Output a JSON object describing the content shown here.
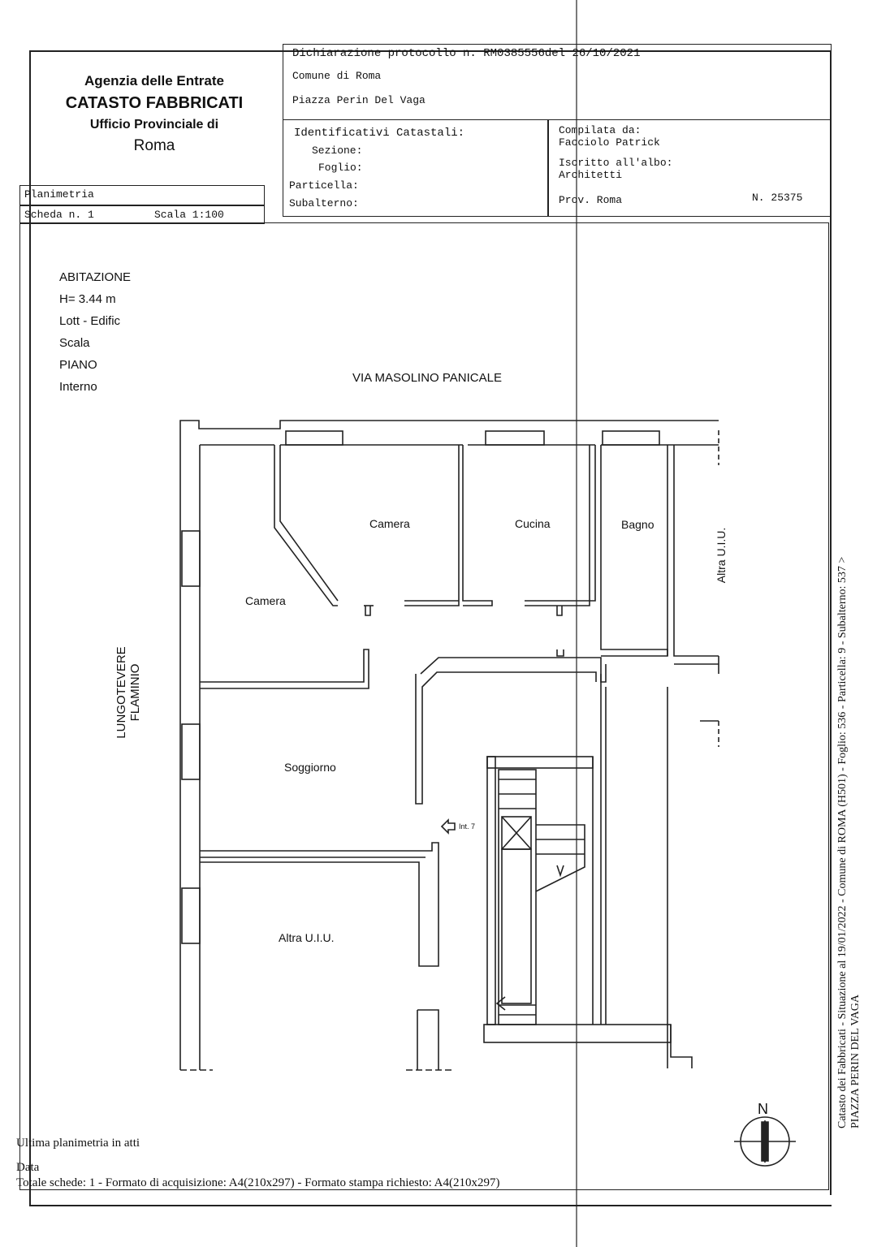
{
  "header": {
    "agency_line1": "Agenzia delle Entrate",
    "agency_line2": "CATASTO FABBRICATI",
    "agency_line3": "Ufficio Provinciale di",
    "agency_line4": "Roma",
    "protocol": "Dichiarazione protocollo n. RM0385556del  26/10/2021",
    "comune": "Comune di Roma",
    "address": "Piazza Perin Del Vaga",
    "identificativi_label": "Identificativi Catastali:",
    "sezione_label": "Sezione:",
    "foglio_label": "Foglio:",
    "particella_label": "Particella:",
    "subalterno_label": "Subalterno:",
    "compilata_label": "Compilata da:",
    "compilata_name": "Facciolo Patrick",
    "albo_label": "Iscritto all'albo:",
    "albo_value": "Architetti",
    "prov": "Prov. Roma",
    "numero": "N. 25375",
    "planimetria": "Planimetria",
    "scheda": "Scheda n. 1",
    "scala": "Scala 1:100"
  },
  "info": {
    "line1": "ABITAZIONE",
    "line2": "H= 3.44 m",
    "line3": "Lott",
    "line3b": "- Edific",
    "line4": "Scala",
    "line5": "PIANO",
    "line6": "Interno"
  },
  "streets": {
    "top": "VIA MASOLINO PANICALE",
    "left": "LUNGOTEVERE FLAMINIO"
  },
  "rooms": {
    "camera1": "Camera",
    "camera2": "Camera",
    "cucina": "Cucina",
    "bagno": "Bagno",
    "altra1": "Altra U.I.U.",
    "soggiorno": "Soggiorno",
    "altra2": "Altra U.I.U.",
    "int": "Int. 7"
  },
  "compass": "N",
  "side_text1": "Catasto dei Fabbricati - Situazione al 19/01/2022 - Comune di ROMA (H501) - Foglio: 536 - Particella: 9 - Subalterno: 537 >",
  "side_text2": "PIAZZA PERIN DEL VAGA",
  "footer": {
    "line1": "Ultima planimetria in atti",
    "line2": "Data",
    "line3": "Totale schede: 1 - Formato di acquisizione: A4(210x297)  - Formato stampa richiesto: A4(210x297)"
  }
}
